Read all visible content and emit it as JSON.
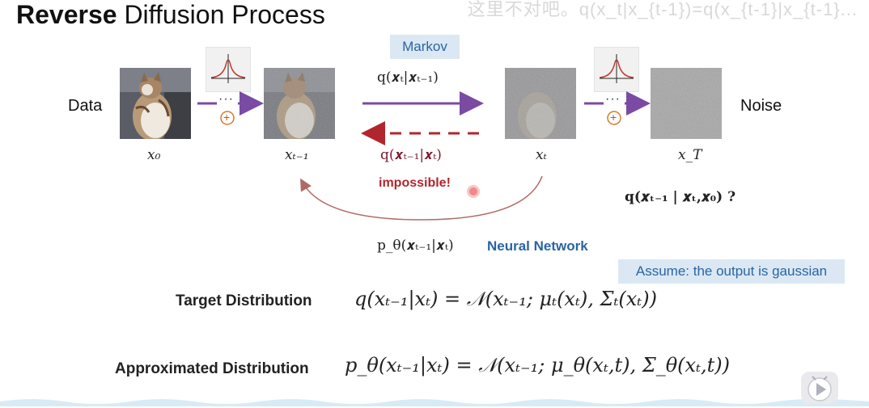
{
  "slide": {
    "title_bold": "Reverse",
    "title_rest": " Diffusion Process",
    "overlay_text": "这里不对吧。q(x_t|x_{t-1})=q(x_{t-1}|x_{t-1}..."
  },
  "diagram": {
    "data_label": "Data",
    "noise_label": "Noise",
    "x0": "x₀",
    "xt1": "xₜ₋₁",
    "xt": "xₜ",
    "xT": "x_T",
    "dots": "···",
    "plus": "+",
    "markov": "Markov",
    "forward": "q(𝒙ₜ|𝒙ₜ₋₁)",
    "backward": "q(𝒙ₜ₋₁|𝒙ₜ)",
    "impossible": "impossible!",
    "posterior": "q(𝒙ₜ₋₁ | 𝒙ₜ,𝒙₀)  ?",
    "model": "p_θ(𝒙ₜ₋₁|𝒙ₜ)",
    "neural_network": "Neural Network",
    "assume": "Assume: the output is gaussian"
  },
  "distributions": {
    "target_label": "Target Distribution",
    "target_formula": "q(xₜ₋₁|xₜ) = 𝒩(xₜ₋₁; μₜ(xₜ), Σₜ(xₜ))",
    "approx_label": "Approximated Distribution",
    "approx_formula": "p_θ(xₜ₋₁|xₜ) = 𝒩(xₜ₋₁; μ_θ(xₜ,t), Σ_θ(xₜ,t))"
  },
  "colors": {
    "purple": "#7b4aa3",
    "red": "#b1262d",
    "blue": "#2a64a3",
    "orange": "#d87a2a",
    "curve": "#b06a66"
  }
}
